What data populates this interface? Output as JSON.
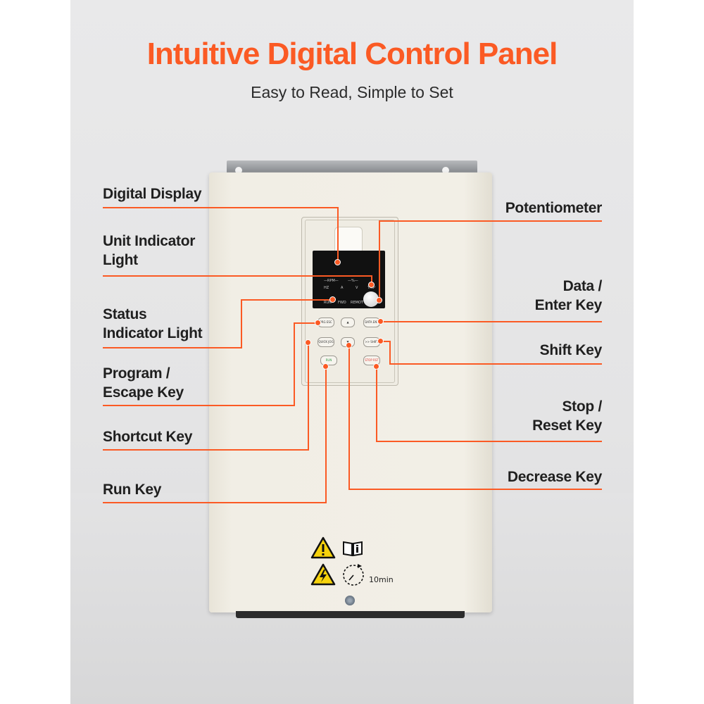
{
  "title": "Intuitive Digital Control Panel",
  "subtitle": "Easy to Read, Simple to Set",
  "display": {
    "unit_top_left": "—RPM—",
    "unit_top_right": "—%—",
    "hz": "HZ",
    "a": "A",
    "v": "V",
    "trip": "TRIP",
    "run": "RUN",
    "fwd": "FWD",
    "remot": "REMOT"
  },
  "keys": {
    "prg_esc": "PRG ESC",
    "up": "▲",
    "data_ent": "DATA ENT",
    "quick_jog": "QUICK JOG",
    "down": "▼",
    "shift": ">> SHIFT",
    "run": "RUN",
    "stop_rst": "STOP RST"
  },
  "labels": {
    "digital_display": "Digital Display",
    "unit_indicator_1": "Unit Indicator",
    "unit_indicator_2": "Light",
    "status_indicator_1": "Status",
    "status_indicator_2": "Indicator Light",
    "program_escape_1": "Program /",
    "program_escape_2": "Escape Key",
    "shortcut_key": "Shortcut Key",
    "run_key": "Run Key",
    "potentiometer": "Potentiometer",
    "data_enter_1": "Data /",
    "data_enter_2": "Enter Key",
    "shift_key": "Shift Key",
    "stop_reset_1": "Stop /",
    "stop_reset_2": "Reset Key",
    "decrease_key": "Decrease Key"
  },
  "warning": {
    "time": "10min"
  },
  "colors": {
    "accent": "#fb5a24",
    "device": "#f1eee5",
    "warning_yellow": "#f6d20c"
  },
  "icons": [
    "caution-triangle-icon",
    "manual-book-icon",
    "electric-hazard-icon",
    "timer-clock-icon"
  ]
}
